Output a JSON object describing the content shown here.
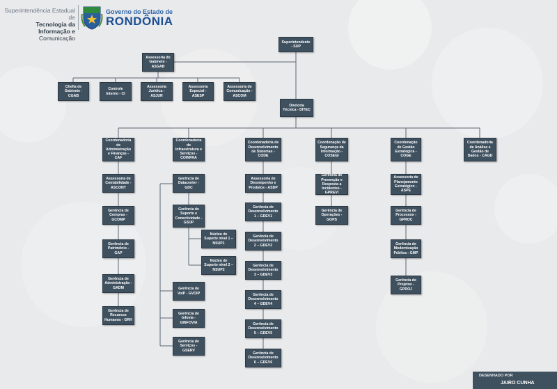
{
  "header": {
    "secretariat_line1": "Superintendência Estadual de",
    "secretariat_line2": "Tecnologia da Informação e",
    "secretariat_line3": "Comunicação",
    "gov_line1": "Governo do Estado de",
    "gov_line2": "RONDÔNIA"
  },
  "nodes": {
    "sup": "Superintendente - SUP",
    "asgab": "Assessoria do Gabinete - ASGAB",
    "cgab": "Chefia de Gabinete - CGAB",
    "ci": "Controle Interno - CI",
    "asjur": "Assessoria Jurídica - ASJUR",
    "asesp": "Assessoria Especial - ASESP",
    "ascom": "Assessoria de Comunicação - ASCOM",
    "ditec": "Diretoria Técnica - DITEC",
    "caf": "Coordenadoria de Administração e Finanças - CAF",
    "coinfra": "Coordenadoria de Infraestrutura e Serviços - COINFRA",
    "code": "Coordenadoria de Desenvolvimento de Sistemas - CODE",
    "cosegi": "Coordenação de Segurança da Informação - COSEGI",
    "coge": "Coordenação de Gestão Estratégica - COGE",
    "cagd": "Coordenadoria de Análise e Gestão de Dados - CAGD",
    "ascont": "Assessoria de Contabilidade - ASCONT",
    "gcomp": "Gerência de Compras - GCOMP",
    "gap": "Gerência de Patrimônio - GAP",
    "gadm": "Gerência de Administração - GADM",
    "grh": "Gerência de Recursos Humanos - GRH",
    "gdc": "Gerência de Datacenter - GDC",
    "gsup": "Gerência de Suporte e Conectividade - GSUP",
    "nsup1": "Núcleo de Suporte nível 1 – NSUP1",
    "nsup2": "Núcleo de Suporte nível 2 – NSUP2",
    "gvoip": "Gerência de VoIP - GVOIP",
    "ginfovia": "Gerência de Infovia - GINFOVIA",
    "gserv": "Gerência de Serviços - GSERV",
    "asdp": "Assessoria de Desempenho e Produtos - ASDP",
    "gdev1": "Gerência de Desenvolvimento 1 – GDEV1",
    "gdev2": "Gerência de Desenvolvimento 2 – GDEV2",
    "gdev3": "Gerência de Desenvolvimento 3 – GDEV3",
    "gdev4": "Gerência de Desenvolvimento 4 – GDEV4",
    "gdev5": "Gerência de Desenvolvimento 5 – GDEV5",
    "gdev6": "Gerência de Desenvolvimento 6 – GDEV6",
    "gprevi": "Gerência de Prevenção e Resposta a Incidentes - GPREVI",
    "gops": "Gerência de Operações - GOPS",
    "aspe": "Assessoria de Planejamento Estratégico - ASPE",
    "gproc": "Gerência de Processos - GPROC",
    "gmp": "Gerência de Modernização Pública - GMP",
    "gproj": "Gerência de Projetos - GPROJ"
  },
  "footer": {
    "label": "DESENHADO POR",
    "author": "JAIRO CUNHA"
  },
  "colors": {
    "box": "#3f505f",
    "line": "#5a6772",
    "background": "#e9eaec"
  }
}
